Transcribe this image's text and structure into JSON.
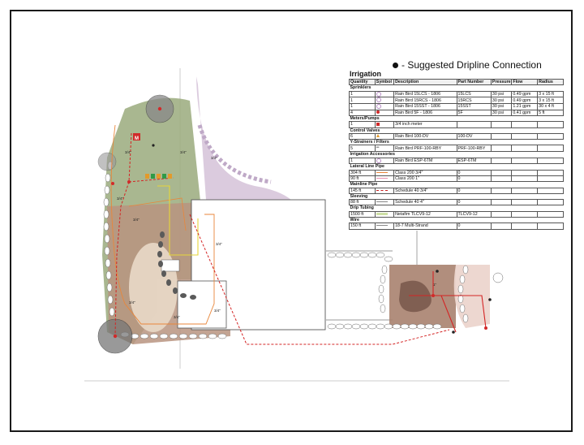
{
  "legend": {
    "text": "- Suggested Dripline Connection"
  },
  "schedule": {
    "title": "Irrigation",
    "columns": [
      "Quantity",
      "Symbol",
      "Description",
      "Part Number",
      "Pressure",
      "Flow",
      "Radius"
    ],
    "sections": [
      {
        "name": "Sprinklers",
        "rows": [
          {
            "quantity": "1",
            "symbol": "ring",
            "description": "Rain Bird 15LCS - 1806",
            "part": "15LCS",
            "pressure": "30 psi",
            "flow": "0.49 gpm",
            "radius": "3 x 15 ft"
          },
          {
            "quantity": "1",
            "symbol": "ring",
            "description": "Rain Bird 15RCS - 1806",
            "part": "15RCS",
            "pressure": "30 psi",
            "flow": "0.49 gpm",
            "radius": "3 x 15 ft"
          },
          {
            "quantity": "1",
            "symbol": "ring",
            "description": "Rain Bird 15SST - 1806",
            "part": "15SST",
            "pressure": "30 psi",
            "flow": "1.21 gpm",
            "radius": "30 x 4 ft"
          },
          {
            "quantity": "4",
            "symbol": "dot",
            "description": "Rain Bird 5F - 1806",
            "part": "5F",
            "pressure": "30 psi",
            "flow": "0.41 gpm",
            "radius": "5 ft"
          }
        ]
      },
      {
        "name": "Meters/Pumps",
        "rows": [
          {
            "quantity": "1",
            "symbol": "box",
            "description": "3/4 inch meter",
            "part": "",
            "pressure": "",
            "flow": "",
            "radius": ""
          }
        ]
      },
      {
        "name": "Control Valves",
        "rows": [
          {
            "quantity": "6",
            "symbol": "tri",
            "description": "Rain Bird 100-DV",
            "part": "100-DV",
            "pressure": "",
            "flow": "",
            "radius": ""
          }
        ]
      },
      {
        "name": "Y-Strainers / Filters",
        "rows": [
          {
            "quantity": "5",
            "symbol": "ystrainer",
            "description": "Rain Bird PRF-100-RBY",
            "part": "PRF-100-RBY",
            "pressure": "",
            "flow": "",
            "radius": ""
          }
        ]
      },
      {
        "name": "Irrigation Accessories",
        "rows": [
          {
            "quantity": "1",
            "symbol": "ring",
            "description": "Rain Bird ESP-6TM",
            "part": "ESP-6TM",
            "pressure": "",
            "flow": "",
            "radius": ""
          }
        ]
      },
      {
        "name": "Lateral Line Pipe",
        "rows": [
          {
            "quantity": "304 ft",
            "symbol": "lineorange",
            "description": "Class 200 3/4\"",
            "part": "0",
            "pressure": "",
            "flow": "",
            "radius": ""
          },
          {
            "quantity": "90 ft",
            "symbol": "linepink",
            "description": "Class 200 1\"",
            "part": "0",
            "pressure": "",
            "flow": "",
            "radius": ""
          }
        ]
      },
      {
        "name": "Mainline Pipe",
        "rows": [
          {
            "quantity": "145 ft",
            "symbol": "linedash",
            "description": "Schedule 40 3/4\"",
            "part": "0",
            "pressure": "",
            "flow": "",
            "radius": ""
          }
        ]
      },
      {
        "name": "Sleeving",
        "rows": [
          {
            "quantity": "88 ft",
            "symbol": "linegray",
            "description": "Schedule 40 4\"",
            "part": "0",
            "pressure": "",
            "flow": "",
            "radius": ""
          }
        ]
      },
      {
        "name": "Drip Tubing",
        "rows": [
          {
            "quantity": "1500 ft",
            "symbol": "linegreen",
            "description": "Netafim TLCV9-12",
            "part": "TLCV9-12",
            "pressure": "",
            "flow": "",
            "radius": ""
          }
        ]
      },
      {
        "name": "Wire",
        "rows": [
          {
            "quantity": "150 ft",
            "symbol": "linegray",
            "description": "18-7 Multi-Strand",
            "part": "0",
            "pressure": "",
            "flow": "",
            "radius": ""
          }
        ]
      }
    ]
  },
  "plan_labels": {
    "pipe_3_4": "3/4\"",
    "pipe_1": "1\"",
    "meter_letter": "M"
  },
  "colors": {
    "lawn_green": "#9aaa7c",
    "mulch_brown": "#b89480",
    "patio_brown": "#a9826f",
    "paver_pink": "#ecd5cd",
    "dripline_red": "#d42424",
    "lateral_orange": "#e9863a",
    "lateral_yellow": "#e6d63a",
    "walkway_purple": "#c7a6cc"
  }
}
